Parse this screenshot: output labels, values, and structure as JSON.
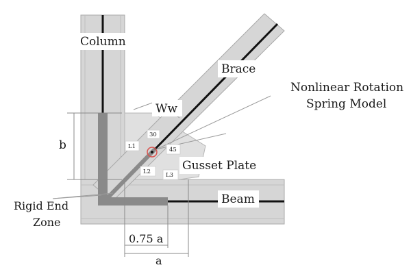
{
  "diagram": {
    "labels": {
      "column": "Column",
      "brace": "Brace",
      "nonlinear_line1": "Nonlinear Rotation",
      "nonlinear_line2": "Spring Model",
      "ww": "Ww",
      "b": "b",
      "angle30": "30",
      "angle45": "45",
      "l1": "L1",
      "l2": "L2",
      "l3": "L3",
      "gusset": "Gusset Plate",
      "rigid_line1": "Rigid End",
      "rigid_line2": "Zone",
      "beam": "Beam",
      "dim_075a": "0.75 a",
      "dim_a": "a"
    },
    "colors": {
      "member_fill": "#d6d6d6",
      "member_edge": "#a8a8a8",
      "centerline": "#111111",
      "rigid_zone": "#8a8a8a",
      "spring": "#d9534f",
      "dimension": "#888888"
    }
  }
}
